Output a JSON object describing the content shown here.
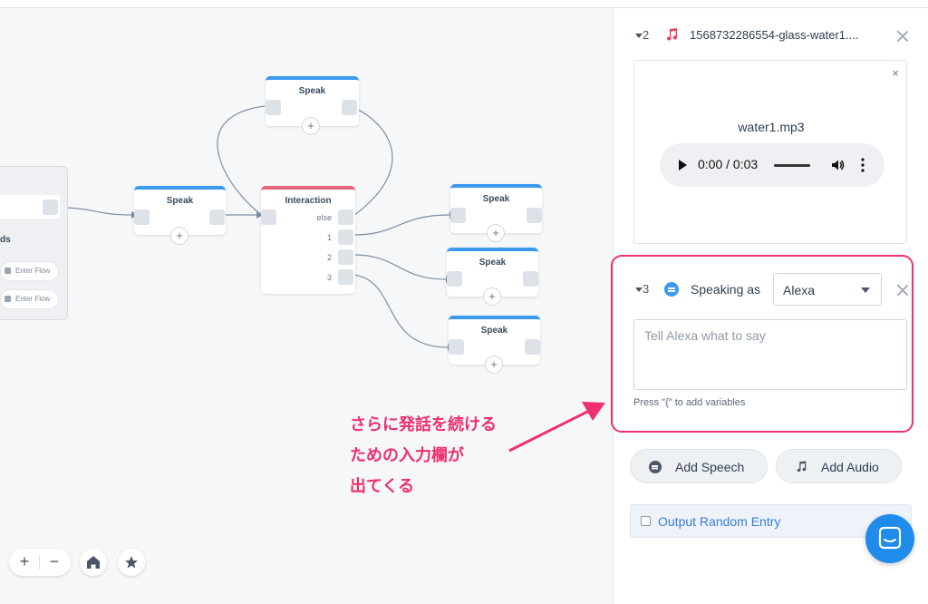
{
  "canvas": {
    "nodes": {
      "speak_top": "Speak",
      "speak_left": "Speak",
      "interaction": "Interaction",
      "speak_r1": "Speak",
      "speak_r2": "Speak",
      "speak_r3": "Speak"
    },
    "choices": [
      "else",
      "1",
      "2",
      "3"
    ],
    "block": {
      "label": "ds",
      "flows": [
        "Enter Flow",
        "Enter Flow"
      ]
    },
    "add_symbol": "+",
    "annotation": [
      "さらに発話を続ける",
      "ための入力欄が",
      "出てくる"
    ],
    "controls": {
      "zoom_in": "+",
      "zoom_out": "−"
    },
    "accent": "#f0306e"
  },
  "panel": {
    "audio_step": {
      "number": "2",
      "filename": "1568732286554-glass-water1....",
      "audio_name": "water1.mp3",
      "time": "0:00 / 0:03"
    },
    "speak_step": {
      "number": "3",
      "speaking_as_label": "Speaking as",
      "voice": "Alexa",
      "placeholder": "Tell Alexa what to say",
      "hint": "Press \"{\" to add variables"
    },
    "buttons": {
      "add_speech": "Add Speech",
      "add_audio": "Add Audio"
    },
    "random_entry": "Output Random Entry"
  },
  "colors": {
    "primary": "#3b99f0",
    "interaction": "#e9667a",
    "highlight": "#f0306e"
  }
}
